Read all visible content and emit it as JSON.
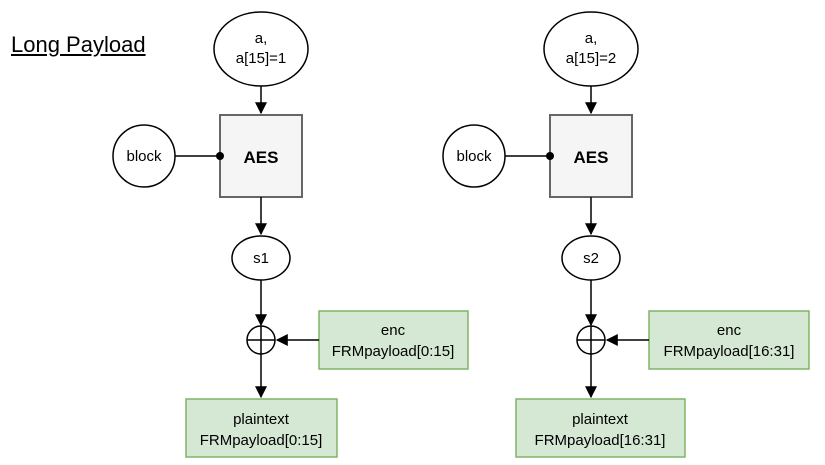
{
  "title": "Long Payload",
  "left": {
    "input_line1": "a,",
    "input_line2": "a[15]=1",
    "cipher": "AES",
    "key": "block",
    "stream": "s1",
    "enc_line1": "enc",
    "enc_line2": "FRMpayload[0:15]",
    "out_line1": "plaintext",
    "out_line2": "FRMpayload[0:15]"
  },
  "right": {
    "input_line1": "a,",
    "input_line2": "a[15]=2",
    "cipher": "AES",
    "key": "block",
    "stream": "s2",
    "enc_line1": "enc",
    "enc_line2": "FRMpayload[16:31]",
    "out_line1": "plaintext",
    "out_line2": "FRMpayload[16:31]"
  },
  "colors": {
    "aes_fill": "#f5f5f5",
    "aes_stroke": "#666666",
    "green_fill": "#d5e8d4",
    "green_stroke": "#82b366"
  }
}
